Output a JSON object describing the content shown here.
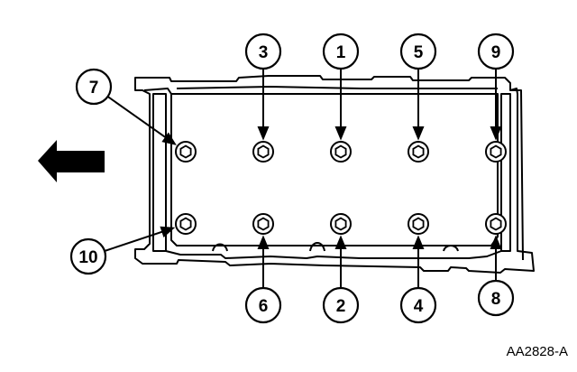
{
  "figure": {
    "reference_code": "AA2828-A",
    "direction_arrow_icon": "arrow-left-icon",
    "callouts": [
      {
        "label": "1",
        "bolt": "top-2"
      },
      {
        "label": "2",
        "bolt": "bottom-2"
      },
      {
        "label": "3",
        "bolt": "top-1"
      },
      {
        "label": "4",
        "bolt": "bottom-3"
      },
      {
        "label": "5",
        "bolt": "top-3"
      },
      {
        "label": "6",
        "bolt": "bottom-1"
      },
      {
        "label": "7",
        "bolt": "top-0"
      },
      {
        "label": "8",
        "bolt": "bottom-4"
      },
      {
        "label": "9",
        "bolt": "top-4"
      },
      {
        "label": "10",
        "bolt": "bottom-0"
      }
    ]
  }
}
